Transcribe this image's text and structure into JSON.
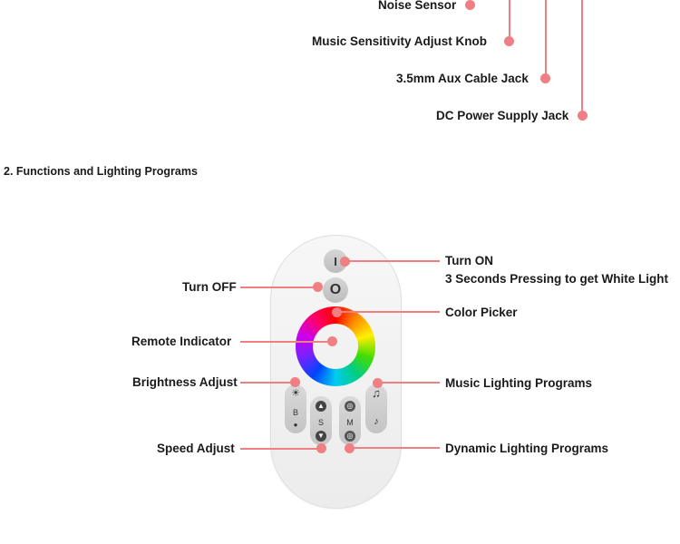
{
  "ports": {
    "noise_sensor": "Noise Sensor",
    "music_knob": "Music Sensitivity Adjust Knob",
    "aux_jack": "3.5mm Aux Cable Jack",
    "dc_jack": "DC Power Supply Jack"
  },
  "section": {
    "heading": "2.  Functions and Lighting Programs"
  },
  "remote": {
    "power_on_glyph": "I",
    "power_off_glyph": "O",
    "brightness_pill": {
      "top": "☀",
      "letter": "B",
      "bottom": "●"
    },
    "speed_pill": {
      "letter": "S"
    },
    "mode_pill": {
      "letter": "M"
    },
    "music_pill": {
      "top": "♫",
      "bottom": "♪"
    }
  },
  "labels": {
    "turn_on": "Turn ON",
    "turn_on_note": "3 Seconds Pressing to get White Light",
    "turn_off": "Turn OFF",
    "color_picker": "Color Picker",
    "remote_indicator": "Remote Indicator",
    "brightness_adjust": "Brightness Adjust",
    "music_programs": "Music Lighting Programs",
    "speed_adjust": "Speed Adjust",
    "dynamic_programs": "Dynamic Lighting Programs"
  },
  "colors": {
    "accent": "#f07f84",
    "text": "#1a1a1a"
  }
}
